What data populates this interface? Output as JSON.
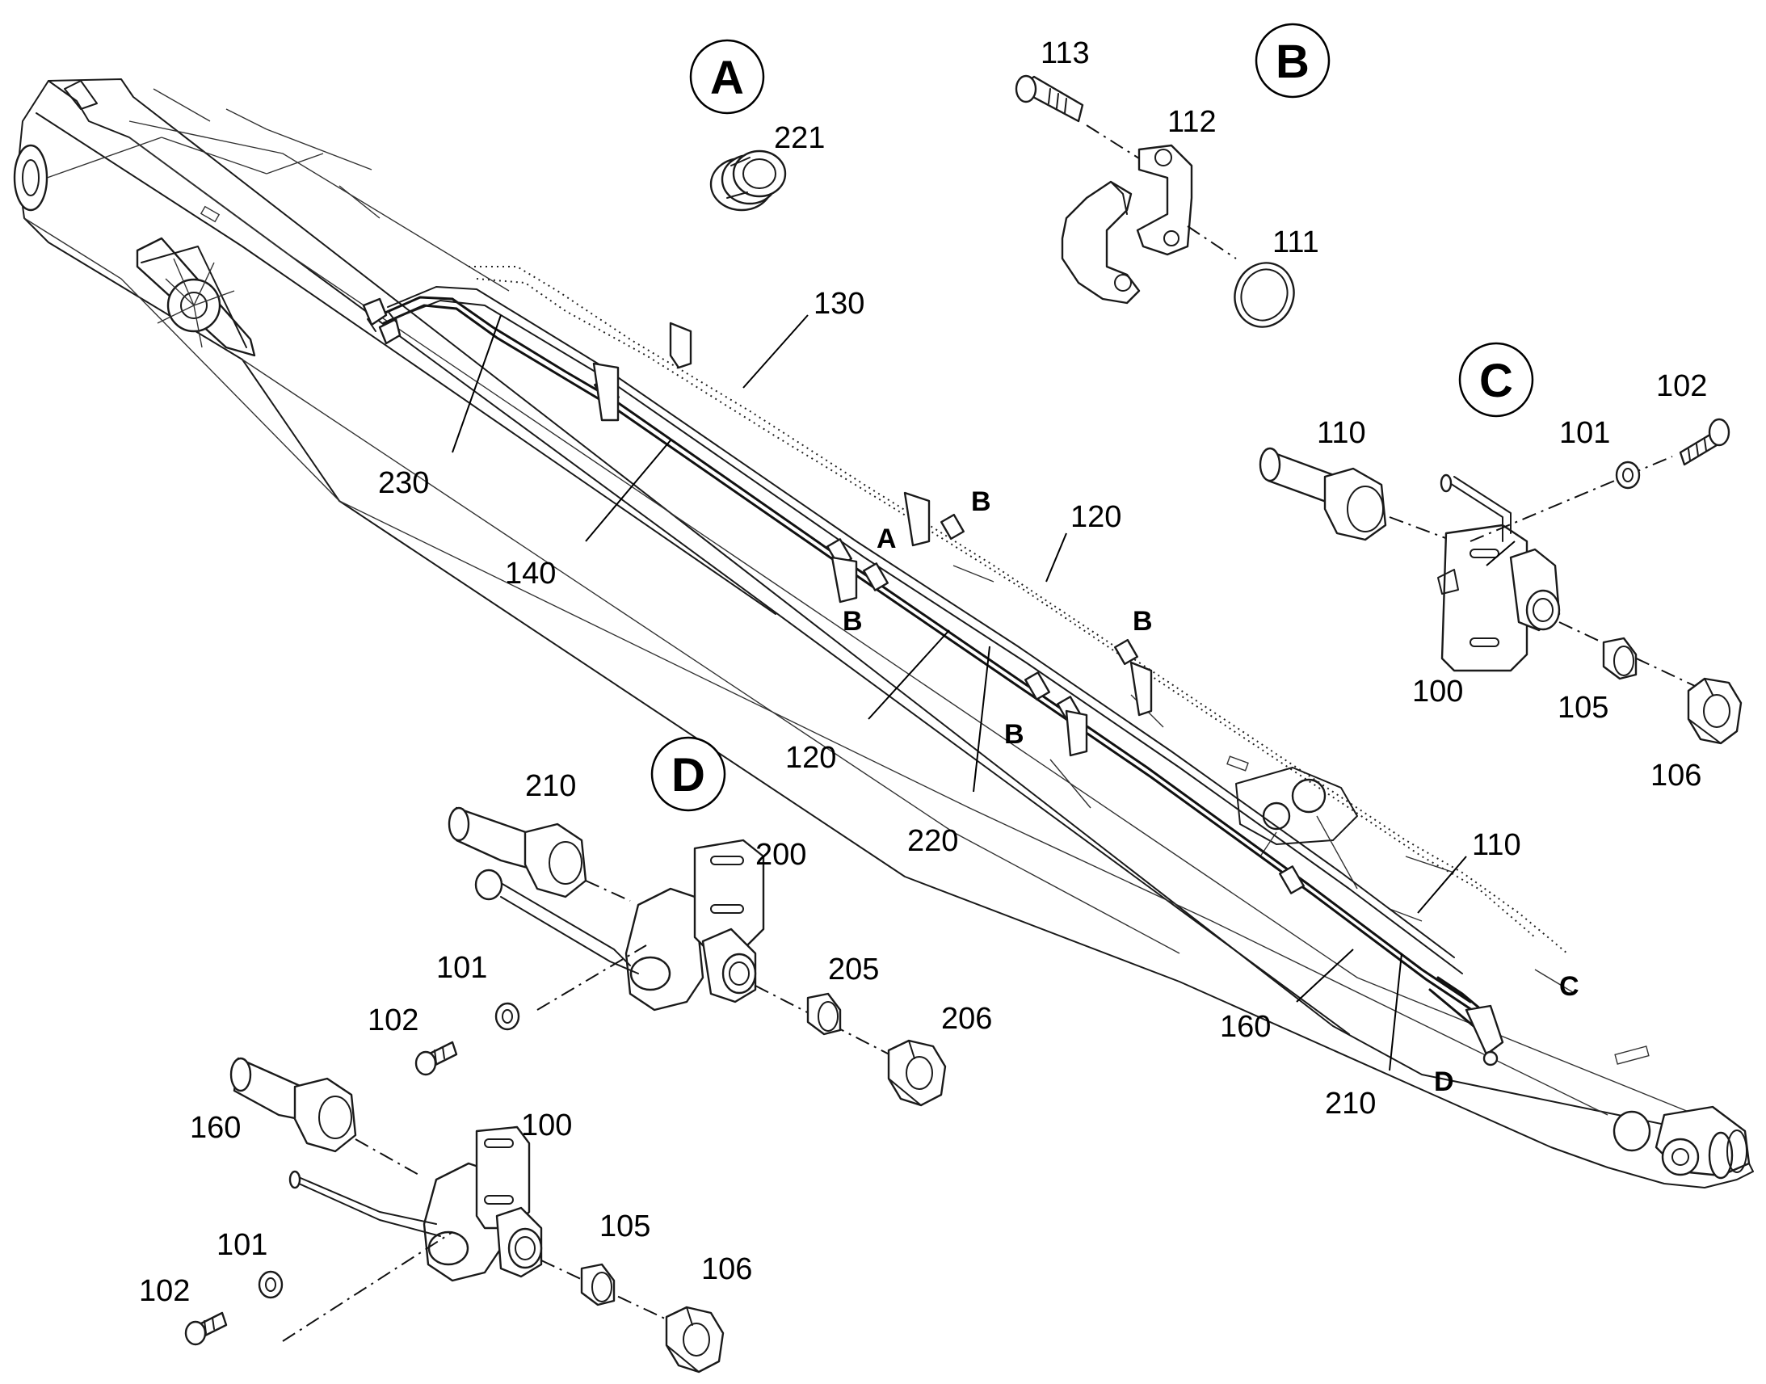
{
  "part_labels": [
    {
      "id": "lbl-113",
      "text": "113"
    },
    {
      "id": "lbl-112",
      "text": "112"
    },
    {
      "id": "lbl-111",
      "text": "111"
    },
    {
      "id": "lbl-221",
      "text": "221"
    },
    {
      "id": "lbl-130",
      "text": "130"
    },
    {
      "id": "lbl-230",
      "text": "230"
    },
    {
      "id": "lbl-140",
      "text": "140"
    },
    {
      "id": "lbl-120a",
      "text": "120"
    },
    {
      "id": "lbl-120b",
      "text": "120"
    },
    {
      "id": "lbl-220",
      "text": "220"
    },
    {
      "id": "lbl-110a",
      "text": "110"
    },
    {
      "id": "lbl-101a",
      "text": "101"
    },
    {
      "id": "lbl-102a",
      "text": "102"
    },
    {
      "id": "lbl-100a",
      "text": "100"
    },
    {
      "id": "lbl-105a",
      "text": "105"
    },
    {
      "id": "lbl-106a",
      "text": "106"
    },
    {
      "id": "lbl-110b",
      "text": "110"
    },
    {
      "id": "lbl-160a",
      "text": "160"
    },
    {
      "id": "lbl-210a",
      "text": "210"
    },
    {
      "id": "lbl-210b",
      "text": "210"
    },
    {
      "id": "lbl-200",
      "text": "200"
    },
    {
      "id": "lbl-101b",
      "text": "101"
    },
    {
      "id": "lbl-102b",
      "text": "102"
    },
    {
      "id": "lbl-205",
      "text": "205"
    },
    {
      "id": "lbl-206",
      "text": "206"
    },
    {
      "id": "lbl-160b",
      "text": "160"
    },
    {
      "id": "lbl-100b",
      "text": "100"
    },
    {
      "id": "lbl-101c",
      "text": "101"
    },
    {
      "id": "lbl-102c",
      "text": "102"
    },
    {
      "id": "lbl-105b",
      "text": "105"
    },
    {
      "id": "lbl-106b",
      "text": "106"
    }
  ],
  "detail_callouts": {
    "A": "A",
    "B": "B",
    "C": "C",
    "D": "D"
  },
  "boom_markers": [
    {
      "id": "mk-b1",
      "text": "B"
    },
    {
      "id": "mk-a1",
      "text": "A"
    },
    {
      "id": "mk-b2",
      "text": "B"
    },
    {
      "id": "mk-b3",
      "text": "B"
    },
    {
      "id": "mk-b4",
      "text": "B"
    },
    {
      "id": "mk-c1",
      "text": "C"
    },
    {
      "id": "mk-d1",
      "text": "D"
    }
  ]
}
